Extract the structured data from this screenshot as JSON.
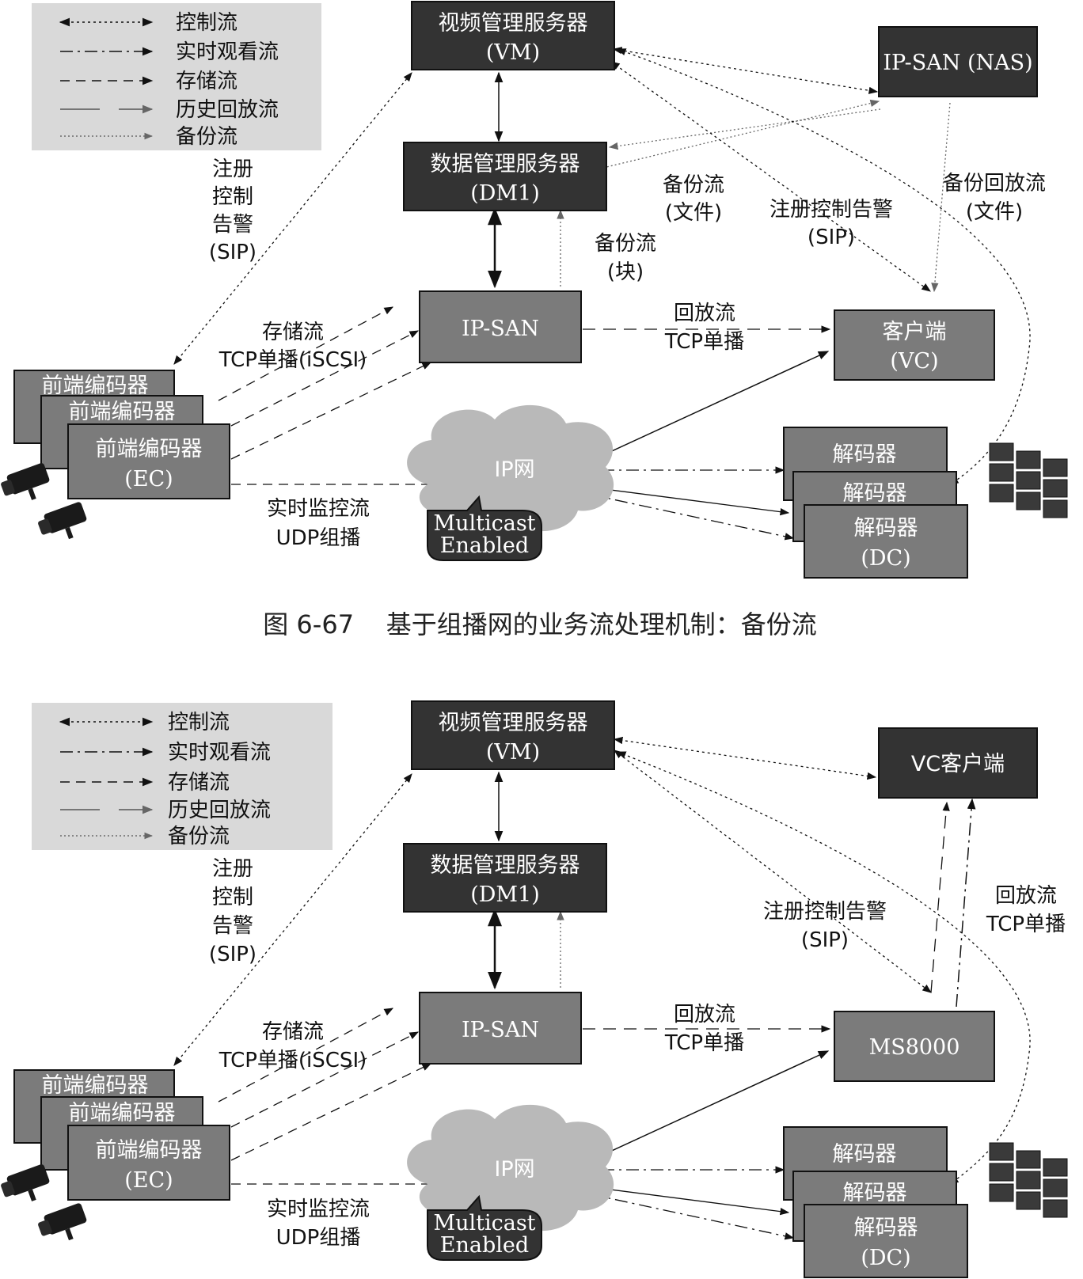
{
  "legend": {
    "items": [
      {
        "label": "控制流",
        "style": "dotted-both"
      },
      {
        "label": "实时观看流",
        "style": "dashdot"
      },
      {
        "label": "存储流",
        "style": "dashed"
      },
      {
        "label": "历史回放流",
        "style": "longdash"
      },
      {
        "label": "备份流",
        "style": "fine-dotted"
      }
    ]
  },
  "top": {
    "vm": {
      "name": "视频管理服务器",
      "sub": "(VM)"
    },
    "dm": {
      "name": "数据管理服务器",
      "sub": "(DM1)"
    },
    "nas": {
      "name": "IP-SAN (NAS)"
    },
    "ipsan": {
      "name": "IP-SAN"
    },
    "client": {
      "name": "客户端",
      "sub": "(VC)"
    },
    "ec": {
      "name_back1": "前端编码器",
      "name_back2": "前端编码器",
      "name": "前端编码器",
      "sub": "(EC)"
    },
    "cloud": {
      "name": "IP网"
    },
    "multicast": {
      "line1": "Multicast",
      "line2": "Enabled"
    },
    "dc": {
      "name_back1": "解码器",
      "name_back2": "解码器",
      "name": "解码器",
      "sub": "(DC)"
    },
    "labels": {
      "sip_left": [
        "注册",
        "控制",
        "告警",
        "(SIP)"
      ],
      "storage": [
        "存储流",
        "TCP单播(iSCSI)"
      ],
      "playback": [
        "回放流",
        "TCP单播"
      ],
      "live": [
        "实时监控流",
        "UDP组播"
      ],
      "backup_file": [
        "备份流",
        "(文件)"
      ],
      "backup_block": [
        "备份流",
        "(块)"
      ],
      "sip_right": [
        "注册控制告警",
        "(SIP)"
      ],
      "backup_playback": [
        "备份回放流",
        "(文件)"
      ]
    },
    "caption": "图 6-67    基于组播网的业务流处理机制：备份流"
  },
  "bottom": {
    "vm": {
      "name": "视频管理服务器",
      "sub": "(VM)"
    },
    "dm": {
      "name": "数据管理服务器",
      "sub": "(DM1)"
    },
    "vc": {
      "name": "VC客户端"
    },
    "ipsan": {
      "name": "IP-SAN"
    },
    "ms": {
      "name": "MS8000"
    },
    "ec": {
      "name_back1": "前端编码器",
      "name_back2": "前端编码器",
      "name": "前端编码器",
      "sub": "(EC)"
    },
    "cloud": {
      "name": "IP网"
    },
    "multicast": {
      "line1": "Multicast",
      "line2": "Enabled"
    },
    "dc": {
      "name_back1": "解码器",
      "name_back2": "解码器",
      "name": "解码器",
      "sub": "(DC)"
    },
    "labels": {
      "sip_left": [
        "注册",
        "控制",
        "告警",
        "(SIP)"
      ],
      "storage": [
        "存储流",
        "TCP单播(iSCSI)"
      ],
      "playback": [
        "回放流",
        "TCP单播"
      ],
      "live": [
        "实时监控流",
        "UDP组播"
      ],
      "sip_right": [
        "注册控制告警",
        "(SIP)"
      ],
      "playback_right": [
        "回放流",
        "TCP单播"
      ]
    }
  },
  "colors": {
    "dark_box": "#333333",
    "gray_box": "#7b7b7b",
    "legend_bg": "#d9d9d9",
    "cloud": "#b9b9b9"
  }
}
